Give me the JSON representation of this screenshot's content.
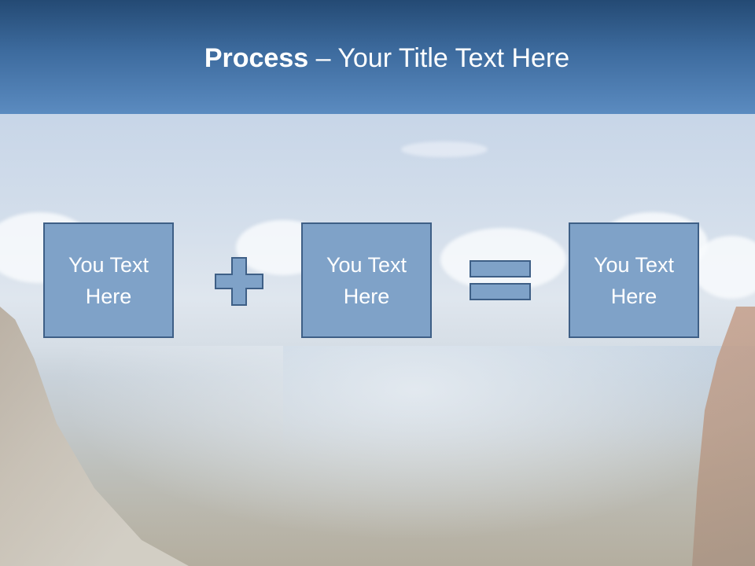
{
  "title": {
    "bold": "Process",
    "rest": " – Your Title Text Here"
  },
  "boxes": [
    {
      "text": "You Text Here"
    },
    {
      "text": "You Text Here"
    },
    {
      "text": "You Text Here"
    }
  ],
  "operators": [
    "plus",
    "equals"
  ],
  "colors": {
    "header_top": "#244a74",
    "header_bottom": "#5b8bc0",
    "box_fill": "#7fa2c8",
    "box_border": "#3e5f86"
  }
}
